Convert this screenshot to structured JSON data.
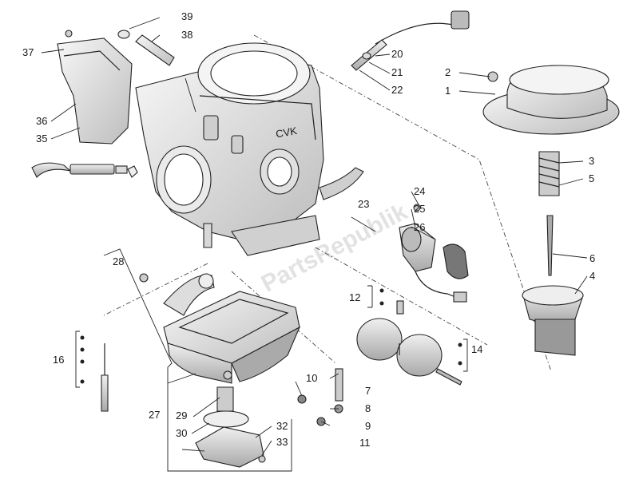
{
  "labels": {
    "l1": "1",
    "l2": "2",
    "l3": "3",
    "l4": "4",
    "l5": "5",
    "l6": "6",
    "l7": "7",
    "l8": "8",
    "l9": "9",
    "l10": "10",
    "l11": "11",
    "l12": "12",
    "l14": "14",
    "l16": "16",
    "l20": "20",
    "l21": "21",
    "l22": "22",
    "l23": "23",
    "l24": "24",
    "l25": "25",
    "l26": "26",
    "l27": "27",
    "l28": "28",
    "l29": "29",
    "l30": "30",
    "l32": "32",
    "l33": "33",
    "l35": "35",
    "l36": "36",
    "l37": "37",
    "l38": "38",
    "l39": "39"
  },
  "body_marking": "CVK",
  "watermark": "PartsRepublik",
  "colors": {
    "line": "#222222",
    "shade": "#d9d9d9",
    "light": "#f2f2f2",
    "watermark": "#e2e2e2"
  }
}
